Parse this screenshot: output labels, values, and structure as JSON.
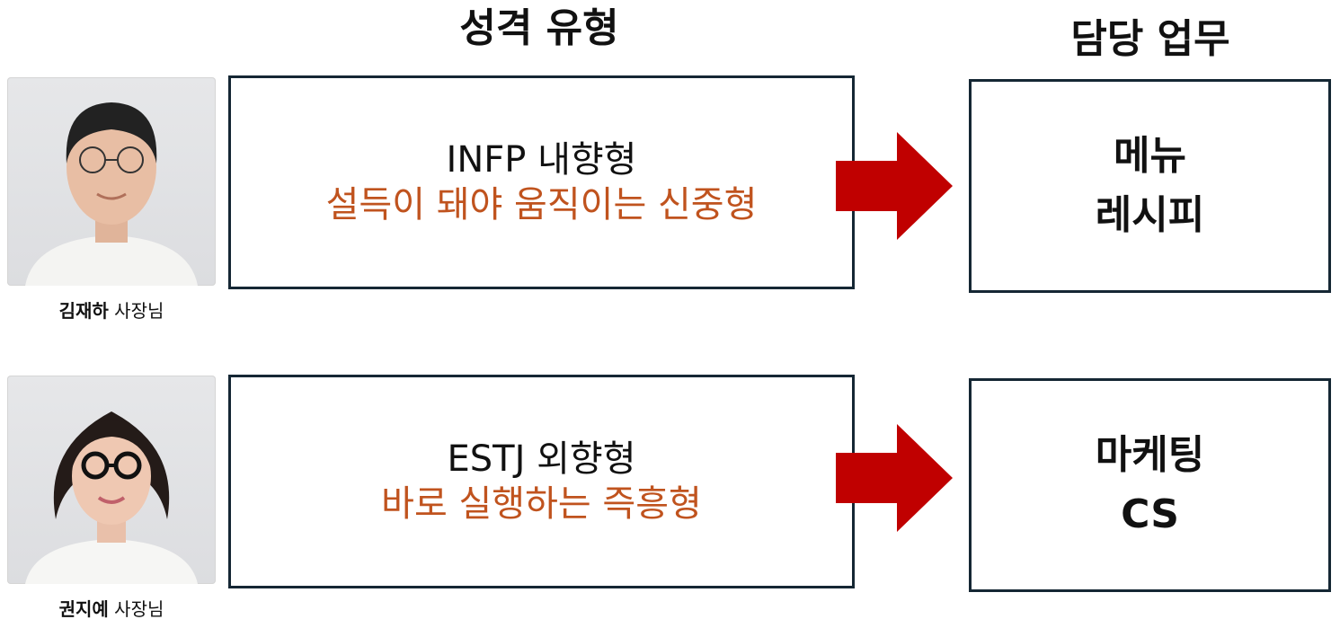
{
  "headers": {
    "personality": "성격 유형",
    "duties": "담당 업무"
  },
  "people": [
    {
      "name": "김재하",
      "title": "사장님",
      "type_line": "INFP 내향형",
      "desc_line": "설득이 돼야 움직이는 신중형",
      "duties": [
        "메뉴",
        "레시피"
      ]
    },
    {
      "name": "권지예",
      "title": "사장님",
      "type_line": "ESTJ 외향형",
      "desc_line": "바로 실행하는 즉흥형",
      "duties": [
        "마케팅",
        "CS"
      ]
    }
  ],
  "colors": {
    "accent_text": "#c0531e",
    "arrow": "#c00000",
    "box_border": "#152734"
  },
  "icons": {
    "arrow": "right-arrow-icon"
  }
}
